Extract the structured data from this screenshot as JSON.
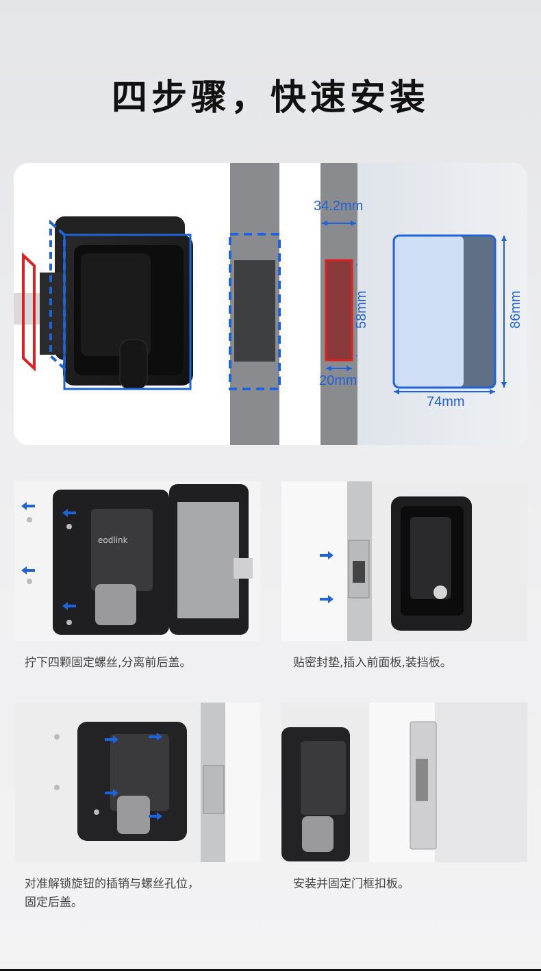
{
  "title": "四步骤，快速安装",
  "dimensions": {
    "thickness": "34.2mm",
    "hole_height": "58mm",
    "hole_width": "20mm",
    "plate_height": "86mm",
    "plate_width": "74mm"
  },
  "colors": {
    "accent_blue": "#1f63d8",
    "highlight_red": "#e02020",
    "lock_black": "#1c1c1e"
  },
  "brand": "eodlink",
  "steps": [
    {
      "caption": "拧下四颗固定螺丝,分离前后盖。"
    },
    {
      "caption": "贴密封垫,插入前面板,装挡板。"
    },
    {
      "caption": "对准解锁旋钮的插销与螺丝孔位，\n固定后盖。"
    },
    {
      "caption": "安装并固定门框扣板。"
    }
  ]
}
